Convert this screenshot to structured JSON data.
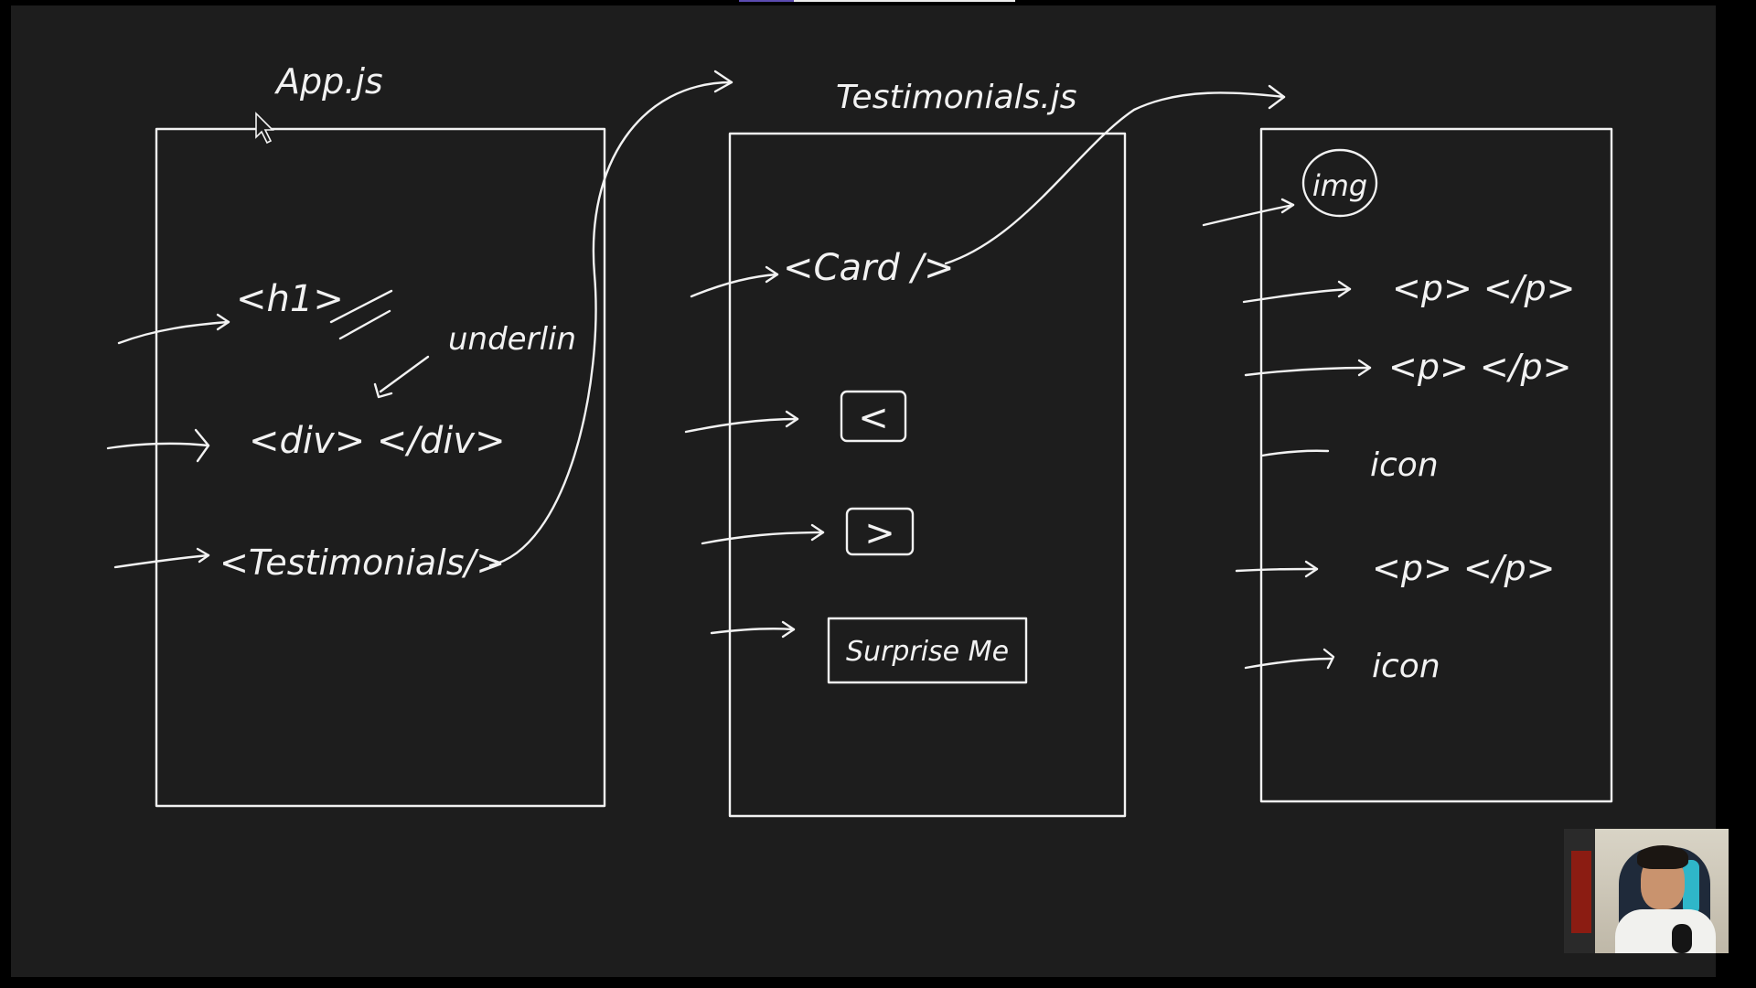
{
  "board": {
    "background": "#1d1d1d",
    "ink": "#f2f2f2"
  },
  "panels": [
    {
      "title": "App.js",
      "items": [
        "<h1>",
        "<div> </div>",
        "<Testimonials/>"
      ],
      "notes": {
        "underline": "underlin",
        "equals": "//"
      }
    },
    {
      "title": "Testimonials.js",
      "items": [
        "<Card />",
        "<",
        ">",
        "Surprise Me"
      ]
    },
    {
      "title": "",
      "items": [
        "img",
        "<p> </p>",
        "<p> </p>",
        "icon",
        "<p> </p>",
        "icon"
      ]
    }
  ],
  "webcam": {
    "icon": "presenter-video-icon"
  }
}
